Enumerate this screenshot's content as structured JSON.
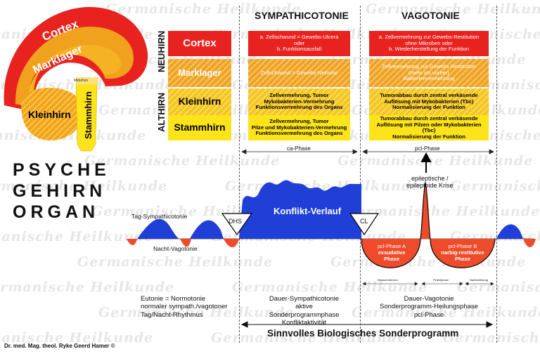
{
  "watermark": "Germanische Heilkunde",
  "brain": {
    "cortex": "Cortex",
    "marklager": "Marklager",
    "kleinhirn": "Kleinhirn",
    "stammhirn": "Stammhirn",
    "mittelhirn": "Mittelhirn"
  },
  "title_lines": [
    "PSYCHE",
    "GEHIRN",
    "ORGAN"
  ],
  "side_labels": {
    "neuhirn": "NEUHIRN",
    "althirn": "ALTHIRN"
  },
  "layers": [
    "Cortex",
    "Marklager",
    "Kleinhirn",
    "Stammhirn"
  ],
  "headers": {
    "sympathicotonie": "SYMPATHICOTONIE",
    "vagotonie": "VAGOTONIE"
  },
  "sym_cells": [
    [
      "a. Zellschwund = Gewebs-Ulcera",
      "oder",
      "b. Funktionsausfall"
    ],
    [
      "Zellschwund = Gewebs-Nekrose"
    ],
    [
      "Zellvermehrung, Tumor",
      "Mykobakterien-Vermehrung",
      "Funktionsvermehrung des Organs"
    ],
    [
      "Zellvermehrung, Tumor",
      "Pilze und Mykobakterien-Vermehrung",
      "Funktionsvermehrung des Organs"
    ]
  ],
  "vag_cells": [
    [
      "a. Zellvermehrung zur Gewebs-Restitution",
      "ohne Mikroben oder",
      "b. Wiederherstellung der Funktion"
    ],
    [
      "Zellvermehrung zur Gewebs-Restitution",
      "(mehr als vorher)",
      "Bakterienvermehrung"
    ],
    [
      "Tumorabbau durch zentral verkäsende",
      "Auflösung mit Mykobakterien (Tbc)",
      "Normalisierung der Funktion"
    ],
    [
      "Tumorabbau durch zentral verkäsende",
      "Auflösung mit Pilzen oder Mykobakterien (Tbc)",
      "Normalisierung der Funktion"
    ]
  ],
  "phase_labels": {
    "ca": "ca-Phase",
    "pcl": "pcl-Phase"
  },
  "krise": [
    "epileptische /",
    "epileptoide Krise"
  ],
  "curve_labels": {
    "tag": "Tag-Sympathicotonie",
    "nacht": "Nacht-Vagotonie",
    "dhs": "DHS",
    "cl": "CL",
    "konflikt": "Konflikt-Verlauf",
    "pcl_a": [
      "pcl-Phase A",
      "exsudative Phase"
    ],
    "pcl_b": [
      "pcl-Phase B",
      "narbig-restitutive",
      "Phase"
    ]
  },
  "phase_markers": [
    "Wasserretention",
    "Pinkelphase",
    "Narbenbildung"
  ],
  "bottom_left": [
    "Eutonie = Normotonie",
    "normaler sympath./vagotoner",
    "Tag/Nacht-Rhythmus"
  ],
  "bottom_mid": [
    "Dauer-Sympathicotonie",
    "aktive Sonderprogrammphase",
    "Konfliktaktivität"
  ],
  "bottom_right": [
    "Dauer-Vagotonie",
    "Sonderprogramm-Heilungsphase",
    "pcl-Phase"
  ],
  "footer_title": "Sinnvolles Biologisches Sonderprogramm",
  "author": "Dr. med. Mag. theol. Ryke Geerd Hamer ©",
  "colors": {
    "cortex": "#e8231f",
    "marklager": "#f0a21e",
    "kleinhirn": "#f5c518",
    "stammhirn": "#fde31a",
    "blue": "#1f3fd6",
    "red_phase": "#ee4b2b"
  }
}
